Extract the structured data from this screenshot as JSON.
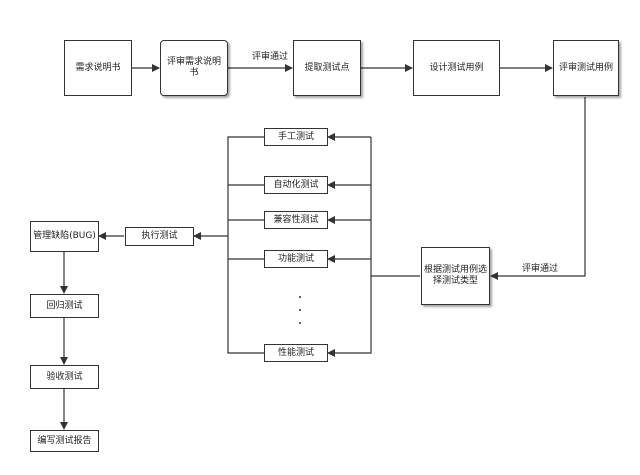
{
  "diagram": {
    "nodes": {
      "req_doc": "需求说明书",
      "review_req": "评审需求说明书",
      "extract_points": "提取测试点",
      "design_cases": "设计测试用例",
      "review_cases": "评审测试用例",
      "select_type": "根据测试用例选择测试类型",
      "manual": "手工测试",
      "automation": "自动化测试",
      "compat": "兼容性测试",
      "functional": "功能测试",
      "performance": "性能测试",
      "execute": "执行测试",
      "bug": "管理缺陷(BUG)",
      "regression": "回归测试",
      "acceptance": "验收测试",
      "report": "编写测试报告"
    },
    "edge_labels": {
      "review_pass_top": "评审通过",
      "review_pass_right": "评审通过"
    },
    "colors": {
      "line": "#333333",
      "border": "#333333",
      "text": "#222222"
    }
  }
}
